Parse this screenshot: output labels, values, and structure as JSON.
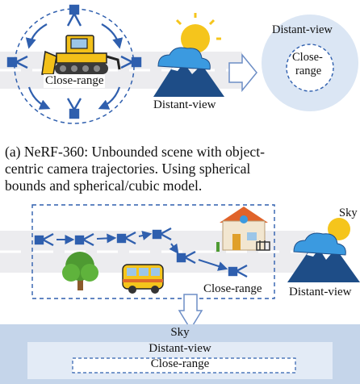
{
  "figure_top": {
    "close_range_label": "Close-range",
    "distant_view_label": "Distant-view",
    "sphere_outer_label": "Distant-view",
    "sphere_inner_label_line1": "Close-",
    "sphere_inner_label_line2": "range"
  },
  "caption": {
    "line1": "(a) NeRF-360: Unbounded scene with object-",
    "line2": "centric camera trajectories.  Using spherical",
    "line3": "bounds and spherical/cubic model."
  },
  "figure_bottom": {
    "sky_label": "Sky",
    "close_range_label": "Close-range",
    "distant_view_label": "Distant-view",
    "layers": {
      "sky": "Sky",
      "distant_view": "Distant-view",
      "close_range": "Close-range"
    }
  },
  "colors": {
    "camera_blue": "#2f5fae",
    "road_gray": "#ececef",
    "sphere_fill": "#dbe6f4",
    "panel_fill": "#c5d5ea",
    "panel_inner": "#e3ebf6",
    "sun": "#f5c51c",
    "mountain": "#1e4d87",
    "bulldozer": "#f3c019"
  }
}
